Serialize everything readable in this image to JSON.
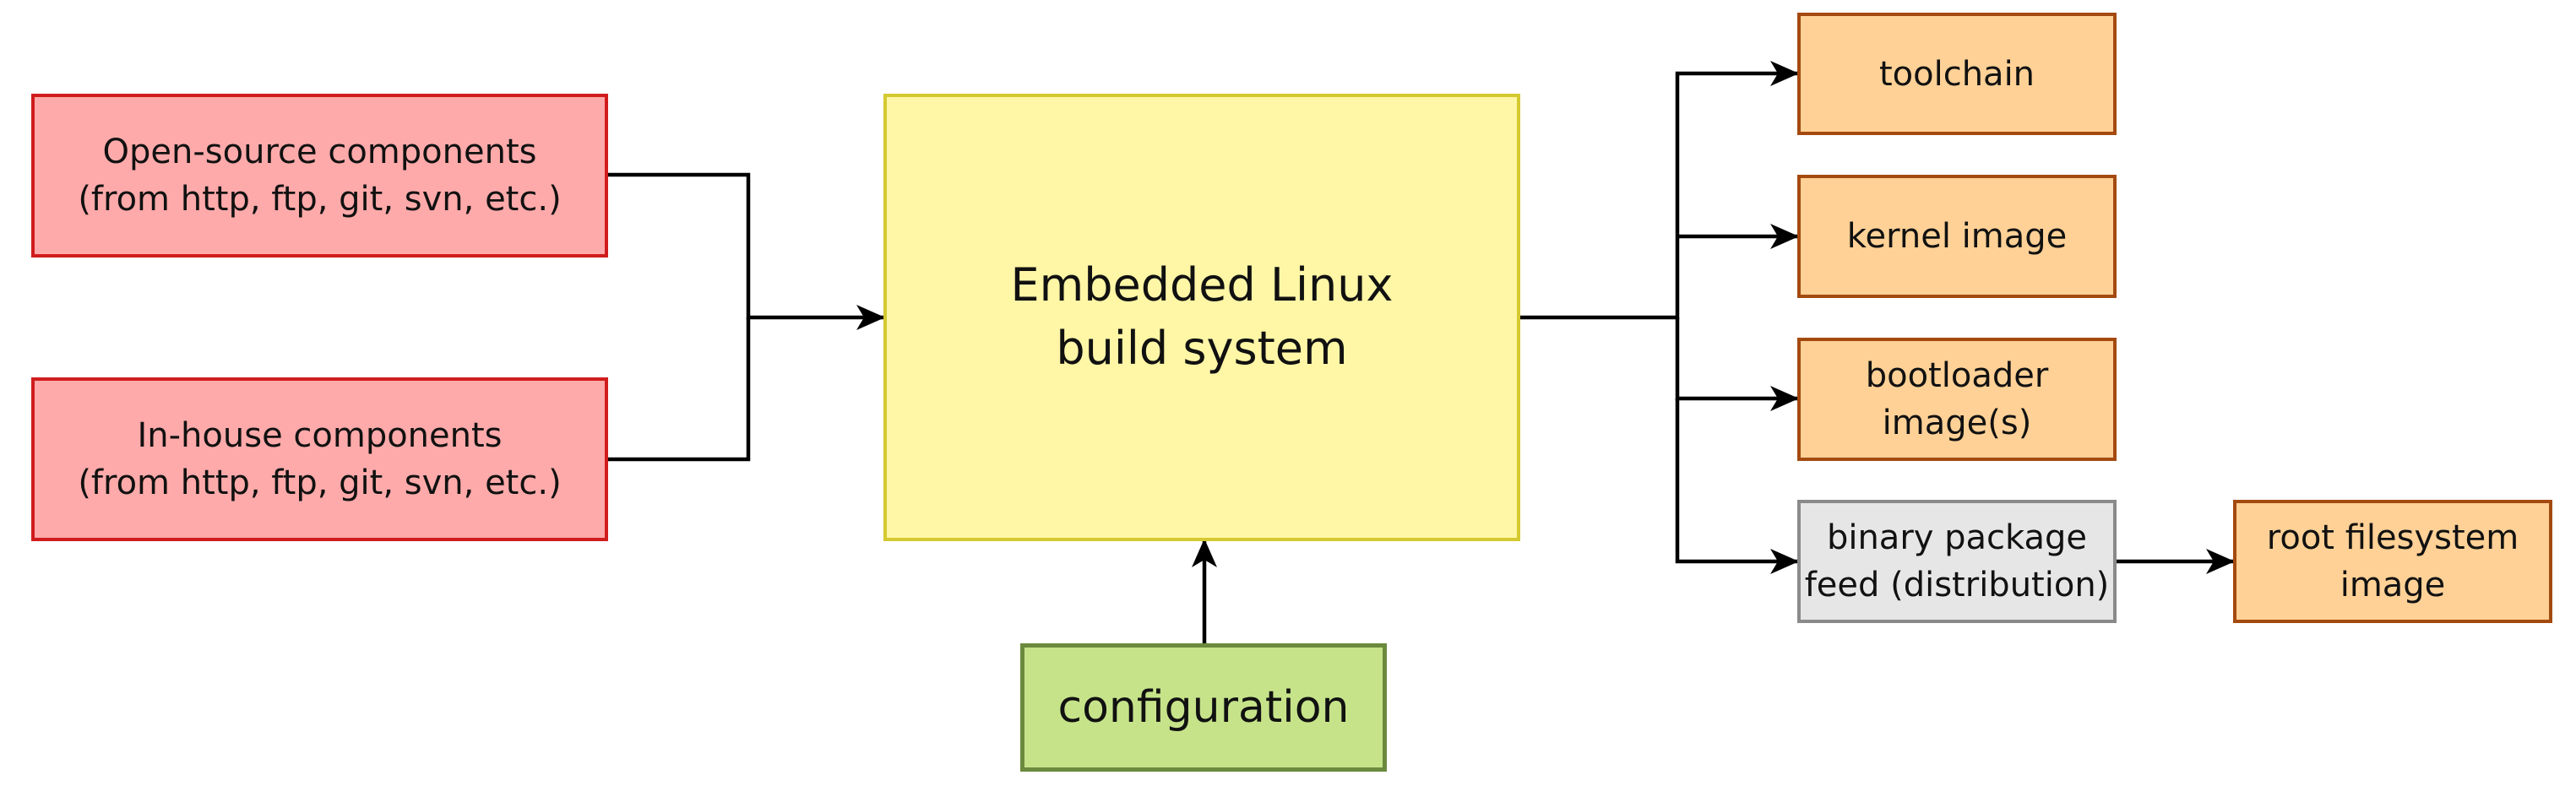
{
  "colors": {
    "source_fill": "#ffaaaa",
    "source_border": "#d01c1c",
    "build_fill": "#fff6a6",
    "build_border": "#d4c930",
    "config_fill": "#c6e38a",
    "config_border": "#6b8a3e",
    "output_fill": "#ffd196",
    "output_border": "#a44a10",
    "feed_fill": "#e6e6e6",
    "feed_border": "#8a8a8a",
    "edge": "#000000"
  },
  "nodes": {
    "open_source": {
      "text": "Open-source components\n(from http, ftp, git, svn, etc.)"
    },
    "in_house": {
      "text": "In-house components\n(from http, ftp, git, svn, etc.)"
    },
    "build_system": {
      "text": "Embedded Linux\nbuild system"
    },
    "configuration": {
      "text": "configuration"
    },
    "toolchain": {
      "text": "toolchain"
    },
    "kernel_image": {
      "text": "kernel image"
    },
    "bootloader": {
      "text": "bootloader\nimage(s)"
    },
    "package_feed": {
      "text": "binary package\nfeed (distribution)"
    },
    "root_fs": {
      "text": "root filesystem\nimage"
    }
  },
  "edges": [
    {
      "from": "open_source",
      "to": "build_system"
    },
    {
      "from": "in_house",
      "to": "build_system"
    },
    {
      "from": "configuration",
      "to": "build_system"
    },
    {
      "from": "build_system",
      "to": "toolchain"
    },
    {
      "from": "build_system",
      "to": "kernel_image"
    },
    {
      "from": "build_system",
      "to": "bootloader"
    },
    {
      "from": "build_system",
      "to": "package_feed"
    },
    {
      "from": "package_feed",
      "to": "root_fs"
    }
  ]
}
